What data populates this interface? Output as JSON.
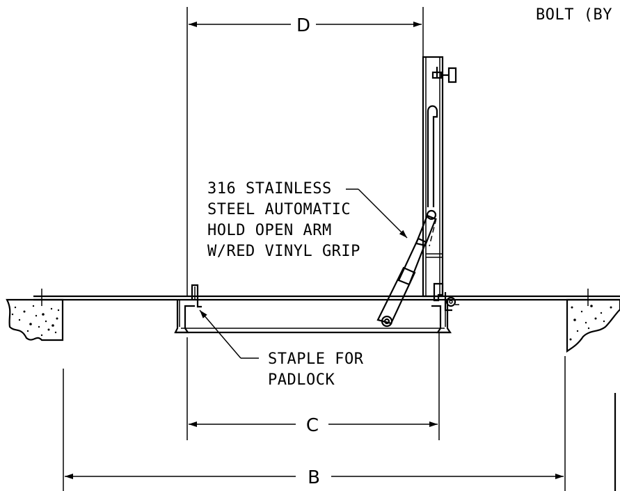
{
  "notes": {
    "bolt_label": "BOLT (BY",
    "arm_label": [
      "316 STAINLESS",
      "STEEL AUTOMATIC",
      "HOLD OPEN ARM",
      "W/RED VINYL GRIP"
    ],
    "staple_label": [
      "STAPLE FOR",
      "PADLOCK"
    ]
  },
  "dimensions": {
    "d": "D",
    "c": "C",
    "b": "B"
  }
}
